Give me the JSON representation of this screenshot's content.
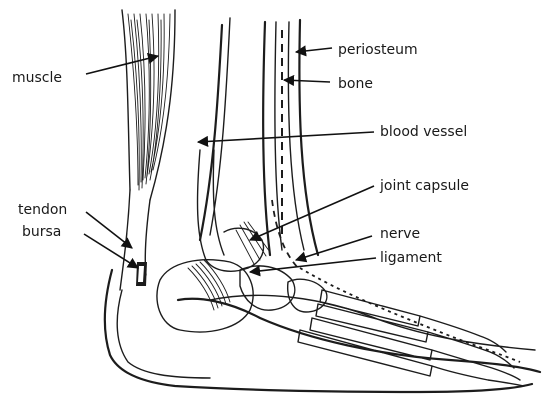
{
  "labels": {
    "muscle": "muscle",
    "tendon": "tendon",
    "bursa": "bursa",
    "periosteum": "periosteum",
    "bone": "bone",
    "blood_vessel": "blood vessel",
    "joint_capsule": "joint capsule",
    "nerve": "nerve",
    "ligament": "ligament"
  },
  "colors": {
    "ink": "#1c1c1c",
    "background": "#ffffff"
  }
}
